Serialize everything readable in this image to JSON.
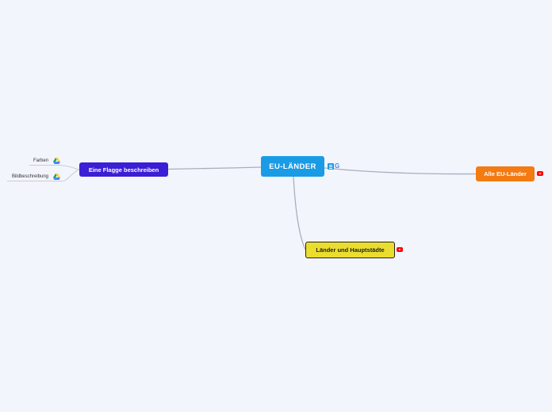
{
  "central": {
    "label": "EU-LÄNDER"
  },
  "branches": {
    "flagge": {
      "label": "Eine Flagge beschreiben"
    },
    "alle": {
      "label": "Alle EU-Länder"
    },
    "laender": {
      "label": "Länder und Hauptstädte"
    }
  },
  "leaves": {
    "farben": {
      "label": "Farben"
    },
    "bildbeschreibung": {
      "label": "Bildbeschreibung"
    }
  },
  "icons": {
    "central": [
      "notes-icon",
      "google-icon"
    ],
    "alle": "youtube-icon",
    "laender": "youtube-icon",
    "farben": "google-drive-icon",
    "bildbeschreibung": "google-drive-icon",
    "google_glyph": "G"
  },
  "colors": {
    "background": "#f3f5fd",
    "central": "#1a9be6",
    "flagge": "#3b1ed6",
    "alle": "#f47a12",
    "laender": "#eadd2e",
    "connector": "#a9aebb"
  }
}
